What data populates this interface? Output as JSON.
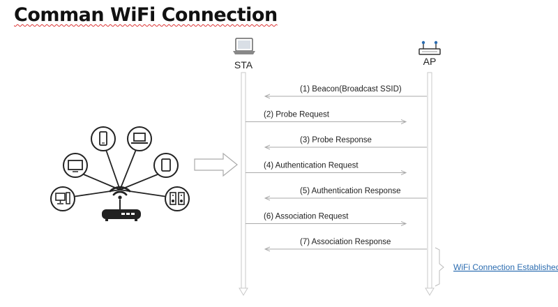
{
  "title": "Comman WiFi Connection",
  "nodes": {
    "sta_label": "STA",
    "ap_label": "AP"
  },
  "messages": [
    {
      "label": "(1) Beacon(Broadcast SSID)",
      "direction": "ap-to-sta"
    },
    {
      "label": "(2) Probe Request",
      "direction": "sta-to-ap"
    },
    {
      "label": "(3) Probe Response",
      "direction": "ap-to-sta"
    },
    {
      "label": "(4) Authentication Request",
      "direction": "sta-to-ap"
    },
    {
      "label": "(5) Authentication Response",
      "direction": "ap-to-sta"
    },
    {
      "label": "(6) Association Request",
      "direction": "sta-to-ap"
    },
    {
      "label": "(7) Association Response",
      "direction": "ap-to-sta"
    }
  ],
  "status": {
    "established_label": "WiFi Connection Established"
  },
  "devices": [
    "phone-icon",
    "laptop-icon",
    "tv-icon",
    "tablet-icon",
    "desktop-icon",
    "speakers-icon"
  ],
  "colors": {
    "title": "#111111",
    "arrow": "#aaaaaa",
    "lifeline": "#c8c8c8",
    "established": "#2b6cb0",
    "spellcheck": "#d33333"
  }
}
